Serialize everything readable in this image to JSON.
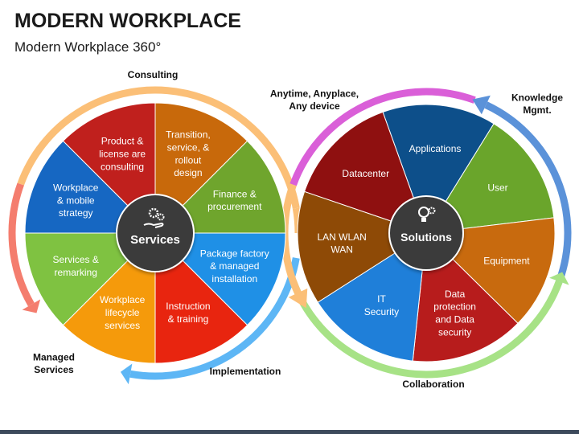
{
  "title": "MODERN WORKPLACE",
  "subtitle": "Modern Workplace 360°",
  "services_wheel": {
    "center_label": "Services",
    "segments": [
      {
        "label": [
          "Product &",
          "license are",
          "consulting"
        ],
        "color": "#c0201d"
      },
      {
        "label": [
          "Transition,",
          "service, &",
          "rollout",
          "design"
        ],
        "color": "#c8690b"
      },
      {
        "label": [
          "Finance &",
          "procurement"
        ],
        "color": "#6fa52d"
      },
      {
        "label": [
          "Package factory",
          "& managed",
          "installation"
        ],
        "color": "#1f90e6"
      },
      {
        "label": [
          "Instruction",
          "& training"
        ],
        "color": "#e8250f"
      },
      {
        "label": [
          "Workplace",
          "lifecycle",
          "services"
        ],
        "color": "#f59a0b"
      },
      {
        "label": [
          "Services &",
          "remarking"
        ],
        "color": "#7fc241"
      },
      {
        "label": [
          "Workplace",
          "& mobile",
          "strategy"
        ],
        "color": "#1667c2"
      }
    ],
    "ring_labels": {
      "top": "Consulting",
      "bottom_left": [
        "Managed",
        "Services"
      ],
      "bottom_right": "Implementation"
    },
    "ring_colors": {
      "top": "#fbbf77",
      "left": "#f47d6e",
      "right": "#5db6f5"
    }
  },
  "solutions_wheel": {
    "center_label": "Solutions",
    "segments": [
      {
        "label": [
          "Applications"
        ],
        "color": "#0d4f8a"
      },
      {
        "label": [
          "User"
        ],
        "color": "#6aa52b"
      },
      {
        "label": [
          "Equipment"
        ],
        "color": "#c86a0e"
      },
      {
        "label": [
          "Data",
          "protection",
          "and Data",
          "security"
        ],
        "color": "#b71c1c"
      },
      {
        "label": [
          "IT",
          "Security"
        ],
        "color": "#1f7fd9"
      },
      {
        "label": [
          "LAN WLAN",
          "WAN"
        ],
        "color": "#8e4a06"
      },
      {
        "label": [
          "Datacenter"
        ],
        "color": "#8f1010"
      }
    ],
    "ring_labels": {
      "top_left": [
        "Anytime, Anyplace,",
        "Any device"
      ],
      "top_right": [
        "Knowledge",
        "Mgmt."
      ],
      "bottom": "Collaboration"
    },
    "ring_colors": {
      "top": "#da5fd8",
      "right": "#5b92d9",
      "bottom": "#a7e286",
      "left": "#fbbf77"
    }
  },
  "icons": {
    "services_center": "hand-gears-icon",
    "solutions_center": "lightbulb-gear-icon"
  }
}
